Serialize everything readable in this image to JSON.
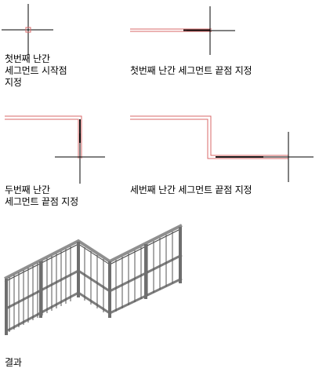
{
  "steps": [
    {
      "caption": "첫번째 난간\n세그먼트 시작점\n지정"
    },
    {
      "caption": "첫번째 난간 세그먼트 끝점 지정"
    },
    {
      "caption": "두번째 난간\n세그먼트 끝점 지정"
    },
    {
      "caption": "세번째 난간 세그먼트 끝점 지정"
    },
    {
      "caption": "결과"
    }
  ],
  "colors": {
    "crosshair": "#000000",
    "rubberband": "#d86a6a",
    "segment": "#1a1a1a",
    "railing": "#8a8a8a"
  }
}
